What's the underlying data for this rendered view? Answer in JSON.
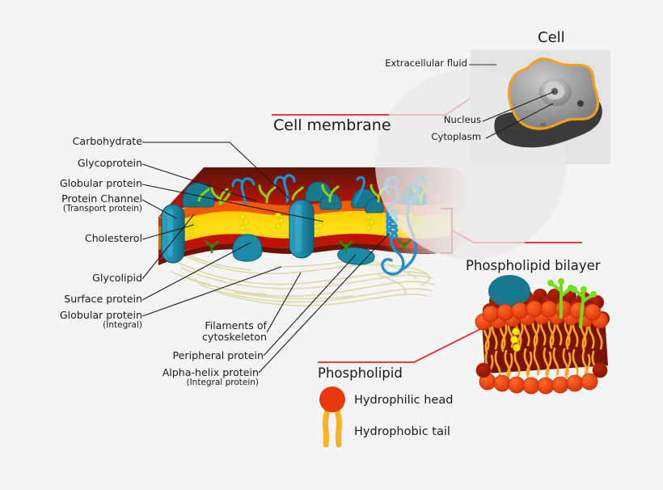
{
  "diagram": {
    "background_color": "#f4f4f4",
    "titles": {
      "cell": "Cell",
      "cell_membrane": "Cell membrane",
      "phospholipid_bilayer": "Phospholipid bilayer",
      "phospholipid": "Phospholipid"
    },
    "left_labels": [
      {
        "id": "carbohydrate",
        "text": "Carbohydrate",
        "sub": ""
      },
      {
        "id": "glycoprotein",
        "text": "Glycoprotein",
        "sub": ""
      },
      {
        "id": "globular-protein",
        "text": "Globular protein",
        "sub": ""
      },
      {
        "id": "protein-channel",
        "text": "Protein Channel",
        "sub": "(Transport protein)"
      },
      {
        "id": "cholesterol",
        "text": "Cholesterol",
        "sub": ""
      },
      {
        "id": "glycolipid",
        "text": "Glycolipid",
        "sub": ""
      },
      {
        "id": "surface-protein",
        "text": "Surface protein",
        "sub": ""
      },
      {
        "id": "globular-integral",
        "text": "Globular protein",
        "sub": "(Integral)"
      }
    ],
    "bottom_labels": [
      {
        "id": "filaments",
        "text": "Filaments of",
        "text2": "cytoskeleton",
        "sub": ""
      },
      {
        "id": "peripheral-protein",
        "text": "Peripheral protein",
        "text2": "",
        "sub": ""
      },
      {
        "id": "alpha-helix",
        "text": "Alpha-helix protein",
        "text2": "",
        "sub": "(Integral protein)"
      }
    ],
    "cell_inset_labels": [
      {
        "id": "extracellular-fluid",
        "text": "Extracellular fluid"
      },
      {
        "id": "nucleus",
        "text": "Nucleus"
      },
      {
        "id": "cytoplasm",
        "text": "Cytoplasm"
      }
    ],
    "legend": [
      {
        "id": "hydrophilic-head",
        "text": "Hydrophilic head",
        "color": "#e8380d"
      },
      {
        "id": "hydrophobic-tail",
        "text": "Hydrophobic tail",
        "color": "#f7b323"
      }
    ],
    "colors": {
      "leader_line": "#1a1a1a",
      "callout_red": "#e8201a",
      "membrane_top_dark": "#4a0b05",
      "membrane_red": "#b81205",
      "membrane_orange": "#f05a05",
      "membrane_yellow": "#ffd505",
      "protein_teal": "#1b8aa8",
      "protein_teal_dark": "#13647a",
      "carbohydrate_green": "#8fd400",
      "glycoprotein_blue": "#1f8fd6",
      "cholesterol_yellow": "#f4e90a",
      "filament_khaki": "#ded9a8",
      "cell_box_gray": "#e3e3e3",
      "cell_body_gray": "#8c8c8c",
      "cell_outline_orange": "#f0a022",
      "cell_shadow_dark": "#3b3b3b",
      "head_orange": "#e8380d",
      "tail_gold": "#f7b323"
    }
  }
}
